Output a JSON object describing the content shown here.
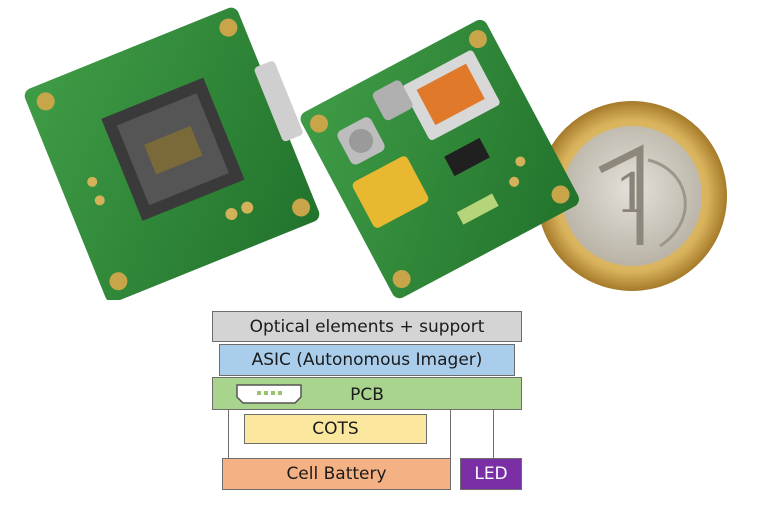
{
  "diagram": {
    "layers": {
      "optics": "Optical elements + support",
      "asic": "ASIC (Autonomous Imager)",
      "pcb": "PCB",
      "cots": "COTS",
      "battery": "Cell Battery",
      "led": "LED"
    },
    "colors": {
      "optics": "#d4d4d4",
      "asic": "#a9cdea",
      "pcb": "#a8d48e",
      "cots": "#fbe79e",
      "battery": "#f4b184",
      "led": "#7b2fa6"
    }
  },
  "photo": {
    "subjects": [
      "camera-board-icon",
      "electronics-board-icon",
      "euro-coin-icon"
    ],
    "coin_marking": "1"
  }
}
